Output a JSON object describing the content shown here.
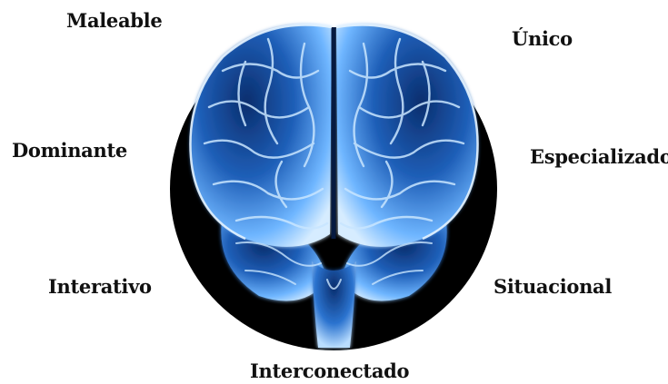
{
  "labels": {
    "top_left": "Maleable",
    "top_right": "Único",
    "mid_left": "Dominante",
    "mid_right": "Especializado",
    "low_left": "Interativo",
    "low_right": "Situacional",
    "bottom": "Interconectado"
  },
  "colors": {
    "circle_background": "#000000",
    "brain_glow": "#6fb6ff",
    "brain_core": "#0a2e6e",
    "text": "#111111"
  }
}
